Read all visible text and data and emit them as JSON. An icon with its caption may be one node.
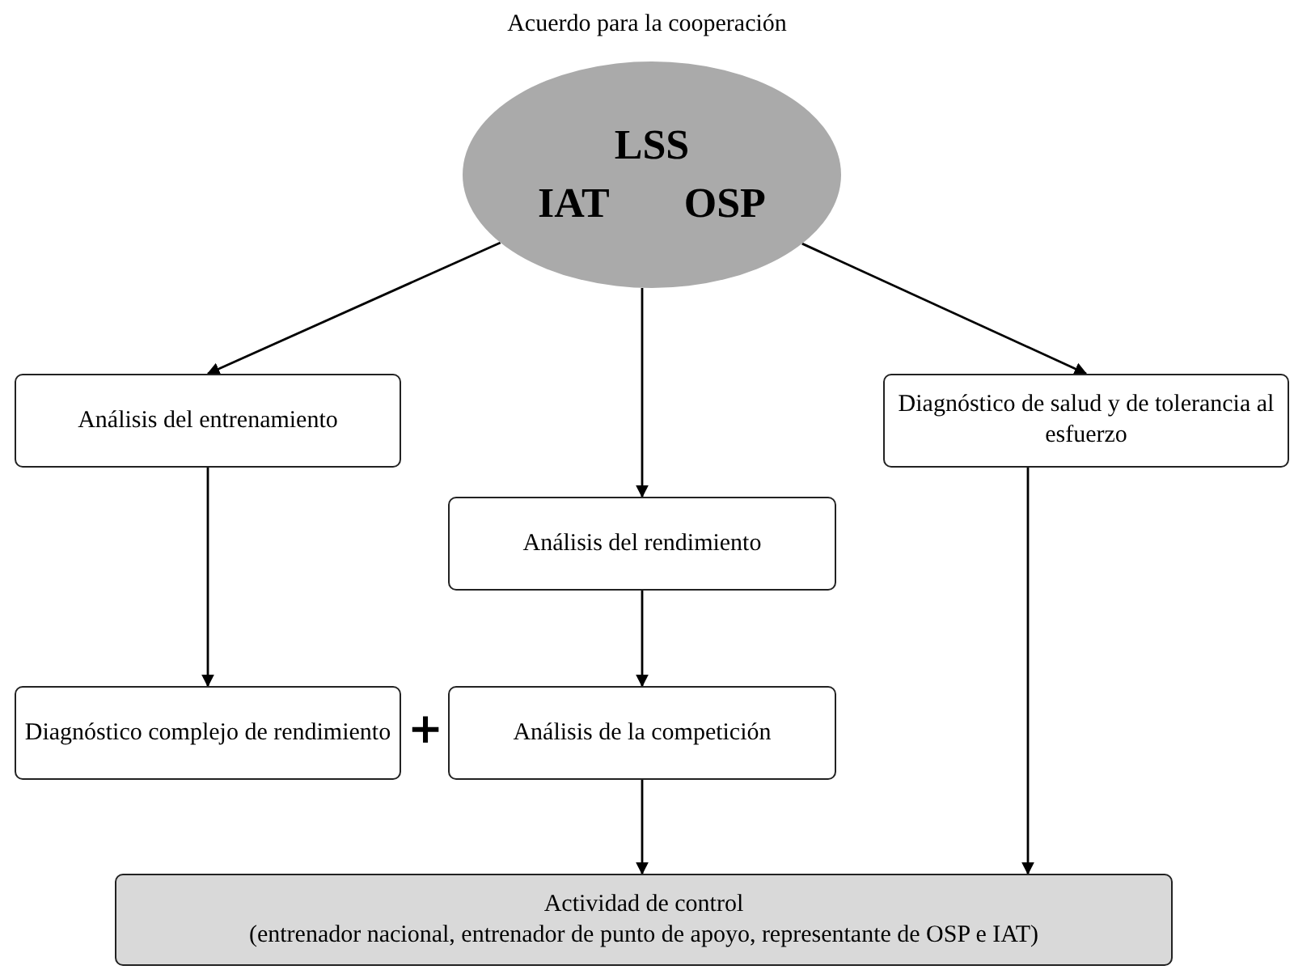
{
  "diagram": {
    "title": "Acuerdo para la cooperación",
    "nodes": [
      {
        "text": [
          "LSS",
          "IAT",
          "OSP"
        ]
      },
      {
        "text": [
          "Análisis del entrenamiento"
        ]
      },
      {
        "text": [
          "Diagnóstico de salud y de tolerancia al esfuerzo"
        ]
      },
      {
        "text": [
          "Análisis del rendimiento"
        ]
      },
      {
        "text": [
          "Diagnóstico complejo de rendimiento"
        ]
      },
      {
        "text": [
          "Análisis de la competición"
        ]
      },
      {
        "text": [
          "Actividad de control",
          "(entrenador nacional, entrenador de punto de apoyo, representante de OSP e IAT)"
        ]
      }
    ],
    "edges": [
      {
        "from": 0,
        "to": 1,
        "arrow": "to"
      },
      {
        "from": 0,
        "to": 3,
        "arrow": "to"
      },
      {
        "from": 0,
        "to": 2,
        "arrow": "to"
      },
      {
        "from": 1,
        "to": 4,
        "arrow": "to"
      },
      {
        "from": 3,
        "to": 5,
        "arrow": "to"
      },
      {
        "from": 5,
        "to": 6,
        "arrow": "to"
      },
      {
        "from": 2,
        "to": 6,
        "arrow": "to"
      }
    ],
    "labels": [
      "+"
    ]
  }
}
